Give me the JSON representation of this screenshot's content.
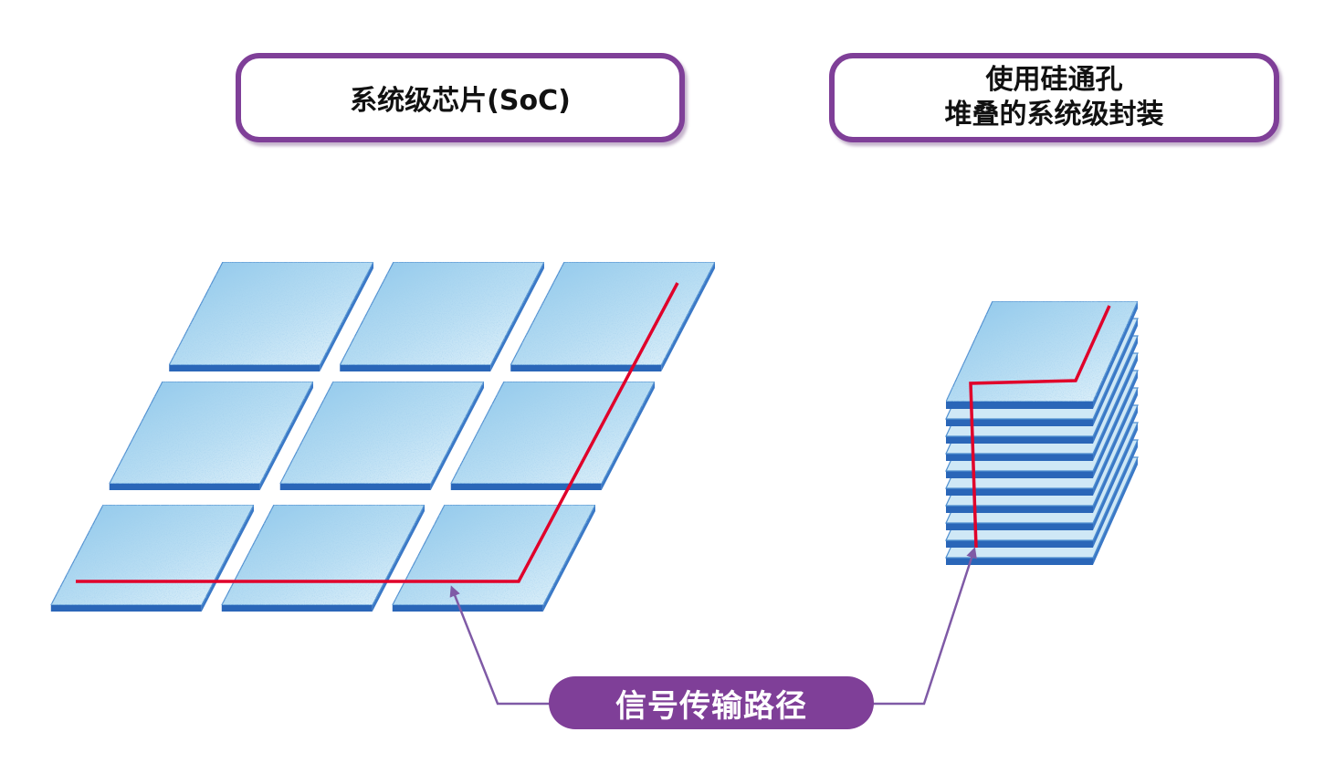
{
  "labels": {
    "soc": "系统级芯片(SoC)",
    "tsv_line1": "使用硅通孔",
    "tsv_line2": "堆叠的系统级封装",
    "signal_path": "信号传输路径"
  },
  "colors": {
    "label_border": "#7f3f98",
    "signal_pill": "#7f3f98",
    "arrow": "#7f5aa6",
    "chip_top_light": "#d3ecf8",
    "chip_top_mid": "#8cc6ea",
    "chip_edge": "#2a66b8",
    "signal_line": "#e0002a"
  },
  "diagram": {
    "soc_grid": {
      "rows": 3,
      "cols": 3
    },
    "stack_layers": 10
  }
}
